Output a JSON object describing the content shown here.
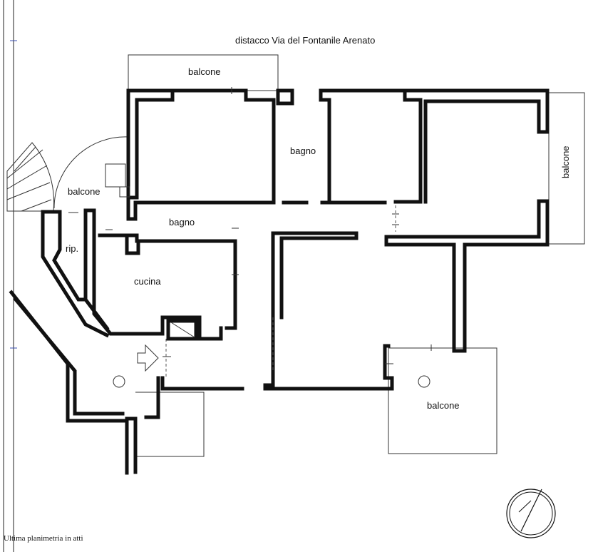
{
  "header": {
    "street_label": "distacco Via del Fontanile Arenato"
  },
  "rooms": {
    "balcone_top": "balcone",
    "balcone_right": "balcone",
    "balcone_left": "balcone",
    "balcone_bottom": "balcone",
    "bagno_upper": "bagno",
    "bagno_lower": "bagno",
    "cucina": "cucina",
    "ripostiglio": "rip."
  },
  "footer": {
    "note": "Ultima planimetria in atti"
  },
  "icons": {
    "entrance": "entrance-arrow-icon",
    "compass": "north-compass-icon"
  }
}
